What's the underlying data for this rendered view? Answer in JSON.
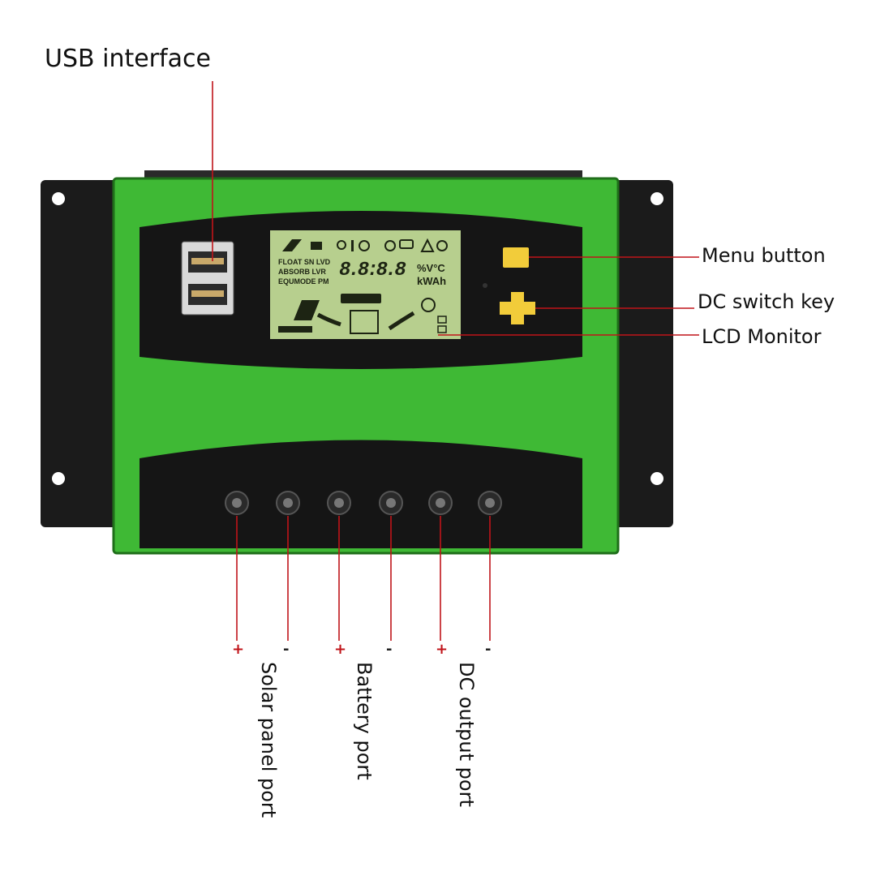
{
  "title": "USB interface",
  "callouts": {
    "menu": "Menu button",
    "dc_switch": "DC switch key",
    "lcd": "LCD Monitor"
  },
  "terminals": [
    {
      "sign": "+"
    },
    {
      "sign": "-"
    },
    {
      "sign": "+"
    },
    {
      "sign": "-"
    },
    {
      "sign": "+"
    },
    {
      "sign": "-"
    }
  ],
  "ports": {
    "solar": "Solar panel port",
    "battery": "Battery port",
    "dc_output": "DC output port"
  },
  "lcd": {
    "mode_row1": "FLOAT SN  LVD",
    "mode_row2": "ABSORB   LVR",
    "mode_row3": "EQUMODE PM",
    "digits": "8.8:8.8",
    "units_row1": "%V°C",
    "units_row2": "kWAh"
  },
  "colors": {
    "accent_line": "#c0141a",
    "body_green": "#3fb935",
    "lcd_bg": "#b7cf8e",
    "button_yellow": "#f2cc3a"
  }
}
